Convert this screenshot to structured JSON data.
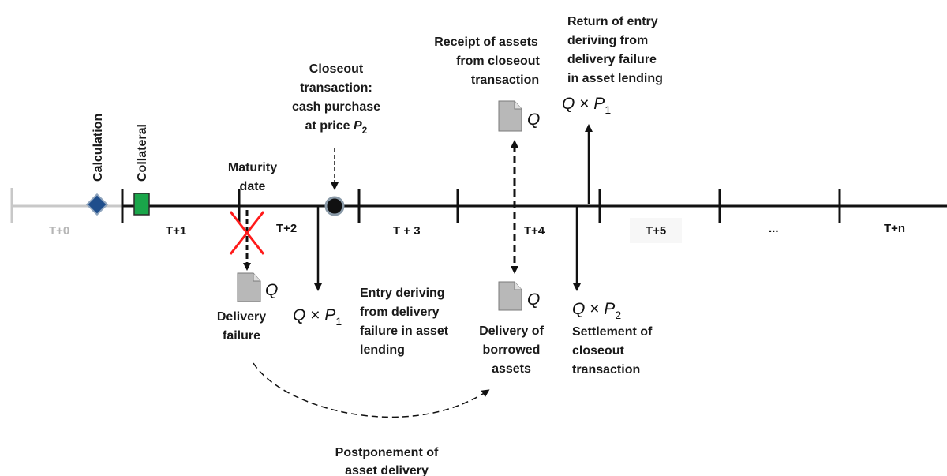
{
  "periods": {
    "t0": "T+0",
    "t1": "T+1",
    "t2": "T+2",
    "t3": "T + 3",
    "t4": "T+4",
    "t5": "T+5",
    "dots": "...",
    "tn": "T+n"
  },
  "labels": {
    "calculation": "Calculation",
    "collateral": "Collateral",
    "maturity": [
      "Maturity",
      "date"
    ],
    "closeout": [
      "Closeout",
      "transaction:",
      "cash purchase",
      "at price"
    ],
    "closeout_price_var": "P",
    "closeout_price_sub": "2",
    "receipt": [
      "Receipt of assets",
      "from closeout",
      "transaction"
    ],
    "return_entry": [
      "Return of entry",
      "deriving from",
      "delivery failure",
      "in asset lending"
    ],
    "delivery_failure": [
      "Delivery",
      "failure"
    ],
    "entry_deriving": [
      "Entry deriving",
      "from delivery",
      "failure in asset",
      "lending"
    ],
    "delivery_borrowed": [
      "Delivery of",
      "borrowed",
      "assets"
    ],
    "settlement": [
      "Settlement of",
      "closeout",
      "transaction"
    ],
    "postponement": [
      "Postponement of",
      "asset delivery"
    ]
  },
  "math": {
    "q": "Q",
    "times": "×",
    "p": "P",
    "sub1": "1",
    "sub2": "2"
  },
  "colors": {
    "calculation_marker": "#1f4e8c",
    "collateral_marker": "#1aa64a",
    "cross": "#ff1a1a",
    "document": "#b8b8b8",
    "closeout_dot": "#111111",
    "axis_faded": "#c8c8c8"
  }
}
